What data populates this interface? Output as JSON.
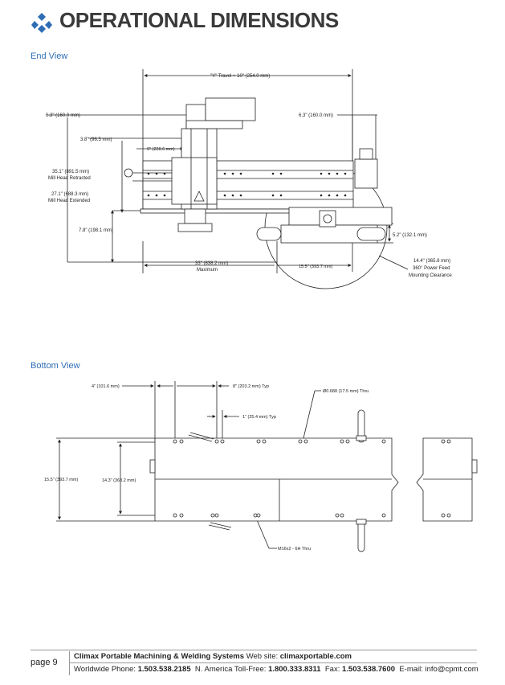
{
  "header": {
    "title": "OPERATIONAL DIMENSIONS"
  },
  "end_view": {
    "label": "End View",
    "dims": {
      "y_travel": "\"Y\" Travel + 10\" (254.0 mm)",
      "left_6_3": "6.3\" (160.0 mm)",
      "right_6_3": "6.3\" (160.0 mm)",
      "d_3_8": "3.8\" (96.5 mm)",
      "d_9": "9\" (228.6 mm)",
      "d_35_1": "35.1\" (891.5 mm)",
      "d_35_1_note": "Mill Head Retracted",
      "d_27_1": "27.1\" (688.3 mm)",
      "d_27_1_note": "Mill Head Extended",
      "d_7_8": "7.8\" (198.1 mm)",
      "d_33": "33\" (838.2 mm)",
      "d_33_note": "Maximum",
      "d_15_5": "15.5\" (393.7 mm)",
      "d_5_2": "5.2\" (132.1 mm)",
      "d_14_4": "14.4\" (365.8 mm)",
      "d_14_4_note1": "360° Power Feed",
      "d_14_4_note2": "Mounting Clearance"
    }
  },
  "bottom_view": {
    "label": "Bottom View",
    "dims": {
      "d_4": "4\" (101.6 mm)",
      "d_8": "8\" (203.2 mm) Typ",
      "d_1": "1\" (25.4 mm) Typ",
      "d_hole": "Ø0.688 (17.5 mm) Thru",
      "d_15_5": "15.5\" (393.7 mm)",
      "d_14_3": "14.3\" (363.2 mm)",
      "d_thread": "M16x2 - 6H Thru"
    }
  },
  "footer": {
    "page": "page 9",
    "company": "Climax Portable Machining & Welding Systems",
    "web_label": "Web site:",
    "web": "climaxportable.com",
    "ww_label": "Worldwide Phone:",
    "ww_phone": "1.503.538.2185",
    "na_label": "N. America Toll-Free:",
    "na_phone": "1.800.333.8311",
    "fax_label": "Fax:",
    "fax": "1.503.538.7600",
    "email_label": "E-mail:",
    "email": "info@cpmt.com"
  },
  "colors": {
    "accent_blue": "#2e6db4",
    "title_gray": "#3a3a3a",
    "line": "#333333"
  },
  "icons": [
    "climax-logo-icon"
  ]
}
